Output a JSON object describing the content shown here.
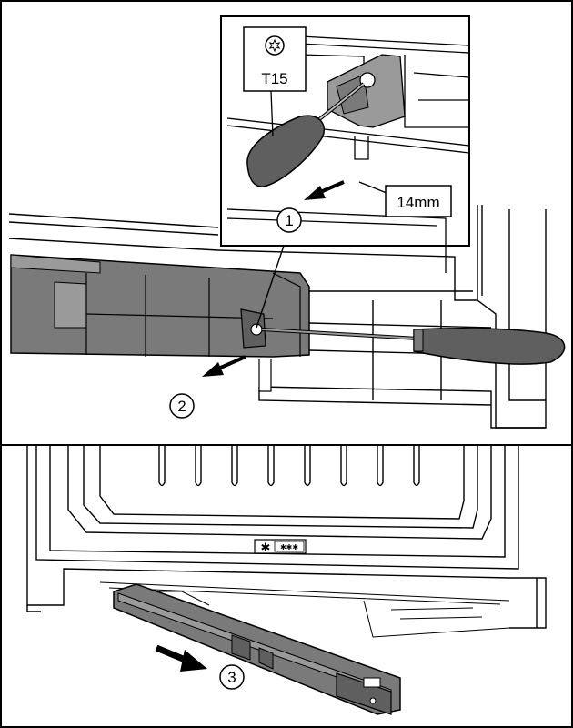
{
  "figure": {
    "tool_label": "T15",
    "size_label": "14mm",
    "step_labels": [
      "1",
      "2",
      "3"
    ]
  },
  "icons": {
    "torx_bit": "torx-bit-icon",
    "freezer_rating": "freezer-four-star-icon"
  },
  "colors": {
    "line": "#000000",
    "part_fill": "#7a7a7a",
    "part_shade": "#9a9a9a",
    "tool_fill": "#5f5f5f",
    "background": "#ffffff"
  }
}
